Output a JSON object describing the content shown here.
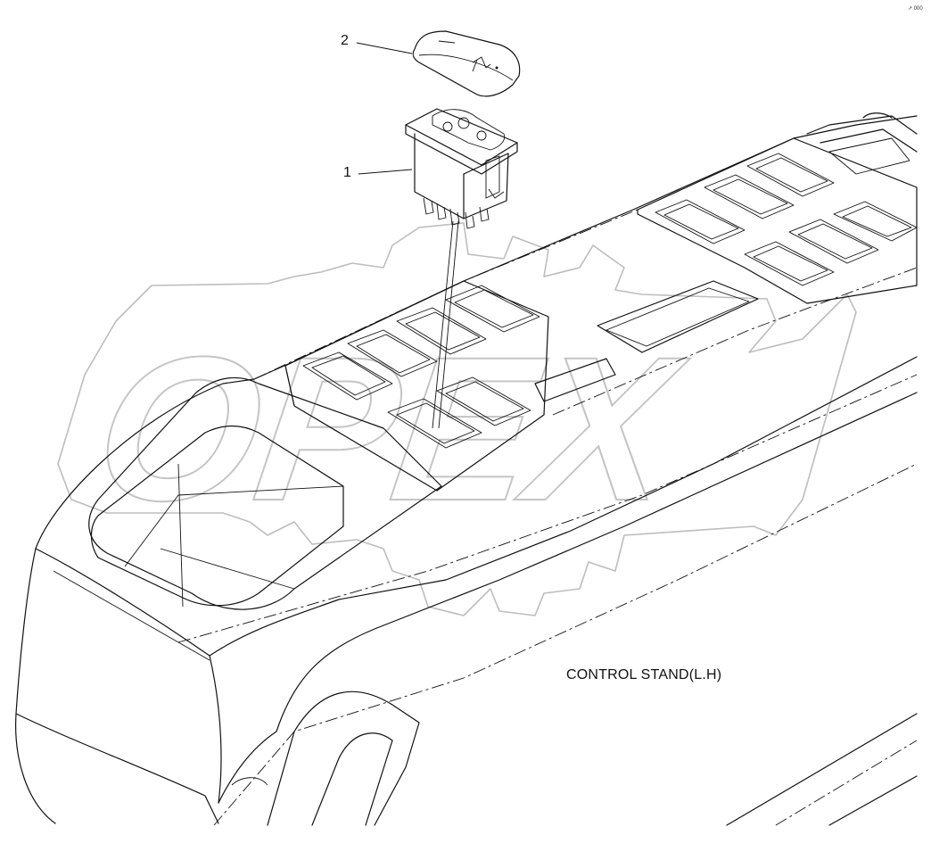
{
  "drawing": {
    "caption": "CONTROL STAND(L.H)",
    "corner_mark": "↗ 000",
    "watermark_text": "OPEX"
  },
  "callouts": [
    {
      "number": "1",
      "part": "rocker-switch"
    },
    {
      "number": "2",
      "part": "switch-cap"
    }
  ],
  "cap_symbol": "wiper-icon"
}
